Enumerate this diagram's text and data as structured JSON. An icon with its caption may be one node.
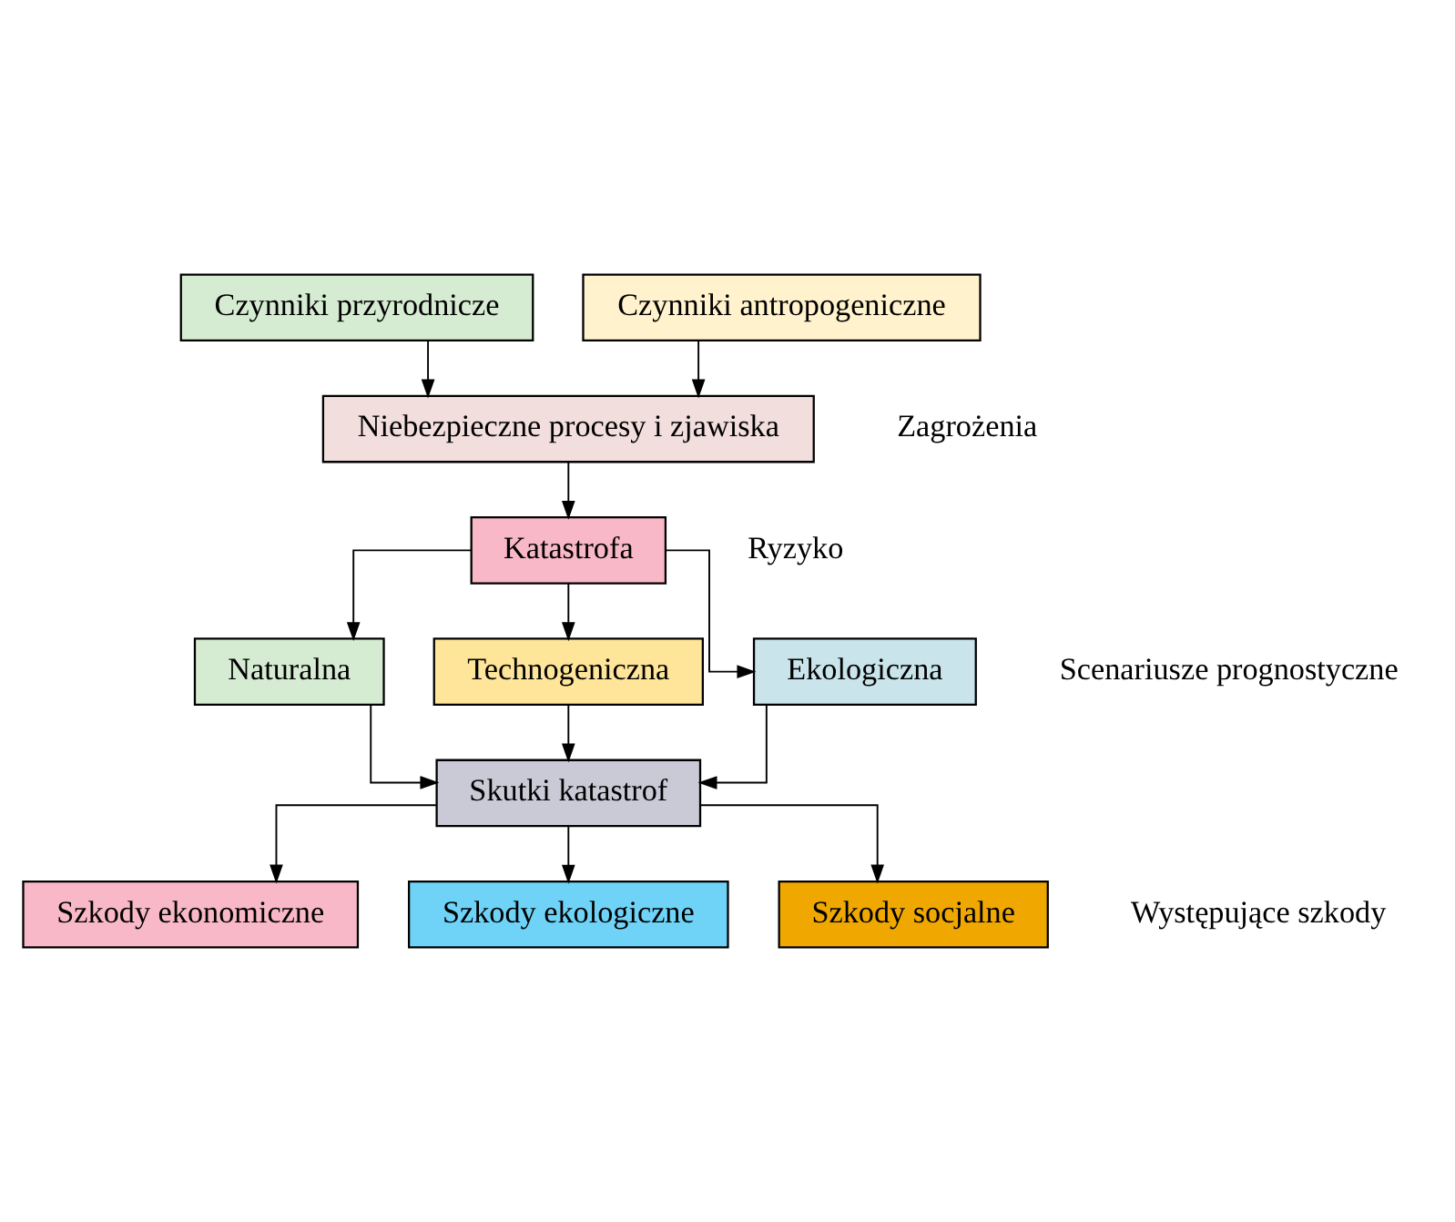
{
  "diagram": {
    "nodes": [
      {
        "text": [
          "Czynniki przyrodnicze"
        ]
      },
      {
        "text": [
          "Czynniki antropogeniczne"
        ]
      },
      {
        "text": [
          "Niebezpieczne procesy i zjawiska"
        ]
      },
      {
        "text": [
          "Katastrofa"
        ]
      },
      {
        "text": [
          "Naturalna"
        ]
      },
      {
        "text": [
          "Technogeniczna"
        ]
      },
      {
        "text": [
          "Ekologiczna"
        ]
      },
      {
        "text": [
          "Skutki katastrof"
        ]
      },
      {
        "text": [
          "Szkody ekonomiczne"
        ]
      },
      {
        "text": [
          "Szkody ekologiczne"
        ]
      },
      {
        "text": [
          "Szkody socjalne"
        ]
      }
    ],
    "edges": [
      {
        "from": 0,
        "to": 2,
        "arrow": "to"
      },
      {
        "from": 1,
        "to": 2,
        "arrow": "to"
      },
      {
        "from": 2,
        "to": 3,
        "arrow": "to"
      },
      {
        "from": 3,
        "to": 4,
        "arrow": "to"
      },
      {
        "from": 3,
        "to": 5,
        "arrow": "to"
      },
      {
        "from": 3,
        "to": 6,
        "arrow": "to"
      },
      {
        "from": 4,
        "to": 7,
        "arrow": "to"
      },
      {
        "from": 5,
        "to": 7,
        "arrow": "to"
      },
      {
        "from": 6,
        "to": 7,
        "arrow": "to"
      },
      {
        "from": 7,
        "to": 8,
        "arrow": "to"
      },
      {
        "from": 7,
        "to": 9,
        "arrow": "to"
      },
      {
        "from": 7,
        "to": 10,
        "arrow": "to"
      }
    ],
    "labels": [
      "Zagrożenia",
      "Ryzyko",
      "Scenariusze prognostyczne",
      "Występujące szkody"
    ]
  }
}
